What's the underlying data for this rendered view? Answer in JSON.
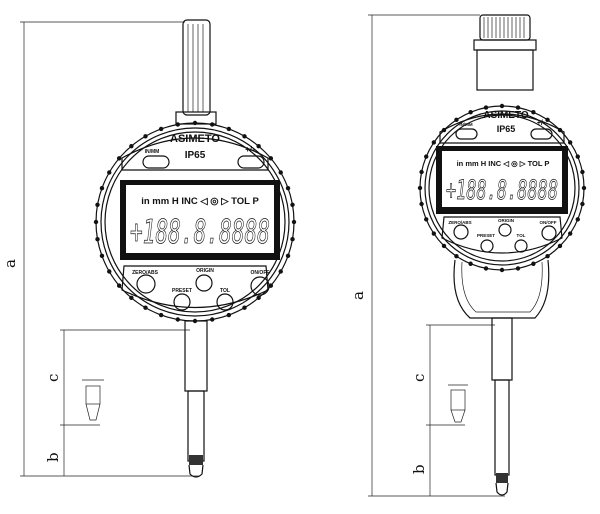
{
  "dimensions": {
    "a": "a",
    "b": "b",
    "c": "c"
  },
  "gauge": {
    "brand": "ASIMETO",
    "rating": "IP65",
    "button_top_left": "IN/MM",
    "button_top_right": "+/-",
    "lcd_indicators": "in mm H INC ◁ ◎ ▷ TOL P",
    "lcd_digits": "+188.8.8888",
    "buttons": [
      "ZERO/ABS",
      "ORIGIN",
      "ON/OFF",
      "PRESET",
      "TOL"
    ]
  }
}
